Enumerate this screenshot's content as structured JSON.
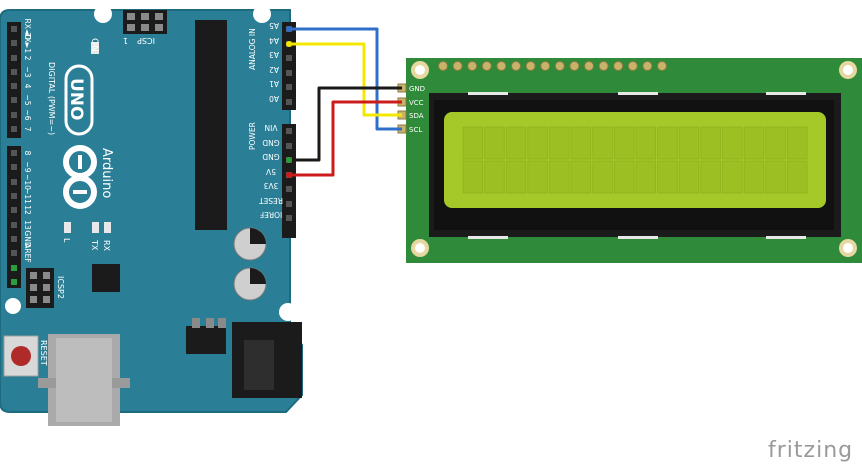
{
  "arduino": {
    "brand": "Arduino",
    "model": "UNO",
    "label_on": "ON",
    "label_icsp": "ICSP",
    "label_icsp2": "ICSP2",
    "label_icsp_pin1": "1",
    "label_reset": "RESET",
    "label_l": "L",
    "label_tx": "TX",
    "label_rx": "RX",
    "label_digital": "DIGITAL (PWM=~)",
    "label_analog_in": "ANALOG IN",
    "label_power": "POWER",
    "digital_pins": [
      "RX◄0",
      "TX►1",
      "2",
      "~3",
      "4",
      "~5",
      "~6",
      "7",
      "8",
      "~9",
      "~10",
      "~11",
      "12",
      "13",
      "GND",
      "AREF"
    ],
    "analog_pins": [
      "A5",
      "A4",
      "A3",
      "A2",
      "A1",
      "A0"
    ],
    "power_pins": [
      "VIN",
      "GND",
      "GND",
      "5V",
      "3V3",
      "RESET",
      "IOREF"
    ]
  },
  "lcd": {
    "pins": [
      "GND",
      "VCC",
      "SDA",
      "SCL"
    ],
    "columns": 16,
    "rows": 2
  },
  "wires": [
    {
      "from": "A5",
      "to": "SCL",
      "color": "#2f6fc9"
    },
    {
      "from": "A4",
      "to": "SDA",
      "color": "#f5e800"
    },
    {
      "from": "GND",
      "to": "GND",
      "color": "#1a1a1a"
    },
    {
      "from": "5V",
      "to": "VCC",
      "color": "#cc1b1b"
    }
  ],
  "colors": {
    "board": "#2a7f96",
    "board_edge": "#1e6a7f",
    "pcb_green": "#2f8b3a",
    "lcd_bezel": "#1b1b1b",
    "lcd_screen": "#a6c92a",
    "gold": "#c9b26a"
  },
  "watermark": "fritzing"
}
